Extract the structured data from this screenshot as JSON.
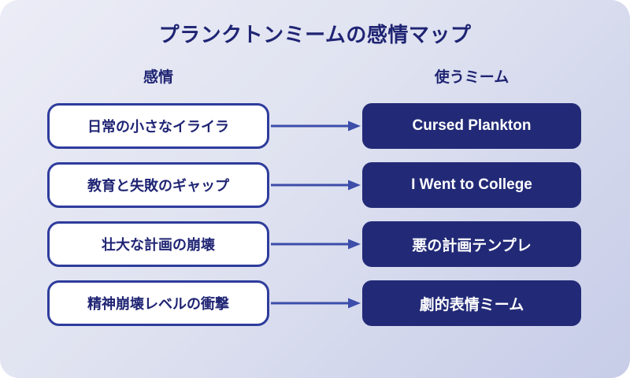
{
  "title": "プランクトンミームの感情マップ",
  "columns": {
    "emotion": "感情",
    "meme": "使うミーム"
  },
  "rows": [
    {
      "emotion": "日常の小さなイライラ",
      "meme": "Cursed Plankton"
    },
    {
      "emotion": "教育と失敗のギャップ",
      "meme": "I Went to College"
    },
    {
      "emotion": "壮大な計画の崩壊",
      "meme": "悪の計画テンプレ"
    },
    {
      "emotion": "精神崩壊レベルの衝撃",
      "meme": "劇的表情ミーム"
    }
  ],
  "colors": {
    "navy_text": "#1f2473",
    "emotion_box_border": "#2e3c9c",
    "emotion_box_bg": "#ffffff",
    "arrow": "#3c4daa",
    "meme_box_bg": "#222a77",
    "meme_box_text": "#ffffff",
    "card_gradient_start": "#ebecf6",
    "card_gradient_end": "#c7cce8"
  }
}
